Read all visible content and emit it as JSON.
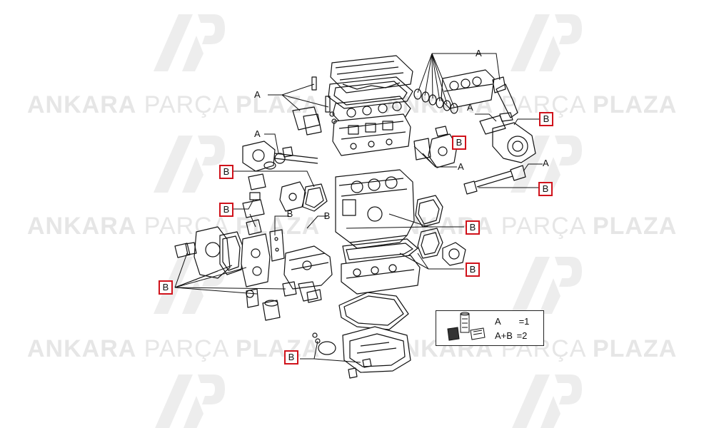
{
  "watermark": {
    "word1": "ANKARA",
    "word2": "PARÇA",
    "word3": "PLAZA",
    "color": "#e6e6e6",
    "logo_color": "#ededed"
  },
  "labels": {
    "a": "A",
    "b": "B"
  },
  "legend": {
    "row1_left": "A",
    "row1_right": "=1",
    "row2_left": "A+B",
    "row2_right": "=2"
  },
  "colors": {
    "highlight": "#d0121b",
    "line": "#111111"
  }
}
